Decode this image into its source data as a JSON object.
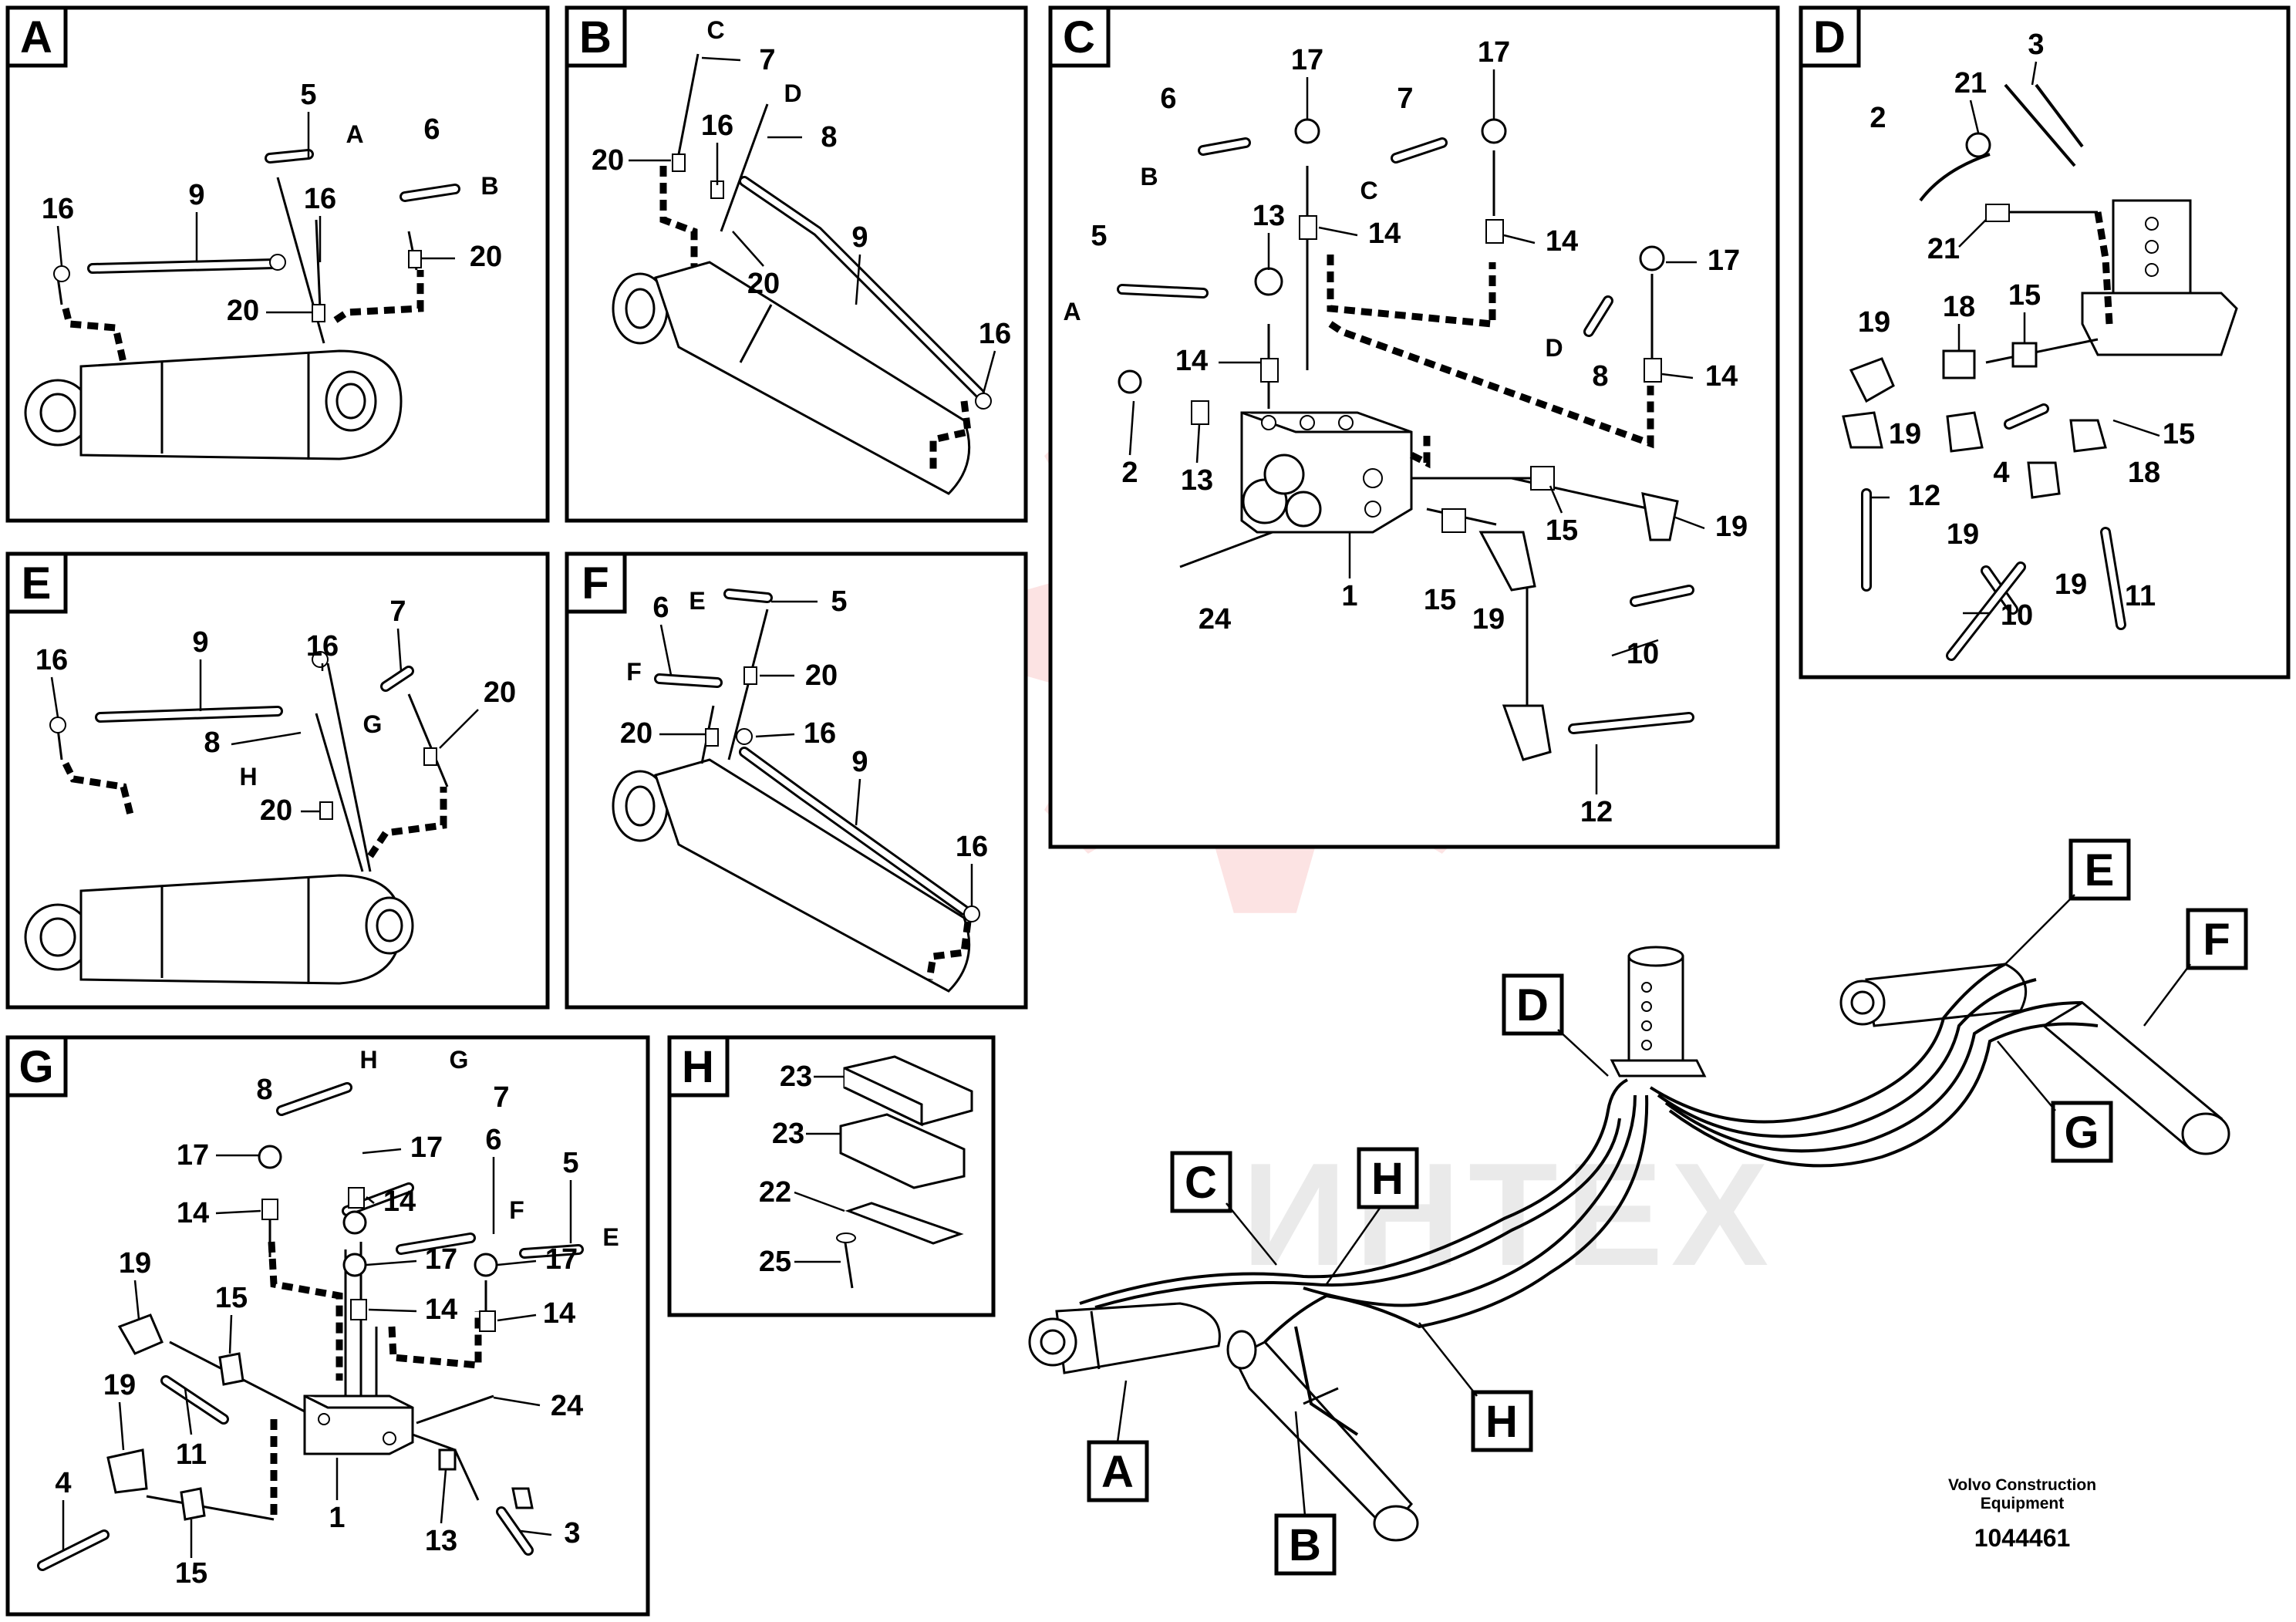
{
  "colors": {
    "line": "#000000",
    "background": "#ffffff",
    "watermark": "#e8262a"
  },
  "panels": {
    "A": {
      "label": "A",
      "callouts": [
        "5",
        "A",
        "6",
        "B",
        "16",
        "9",
        "16",
        "20",
        "20"
      ]
    },
    "B": {
      "label": "B",
      "callouts": [
        "C",
        "7",
        "D",
        "8",
        "20",
        "16",
        "20",
        "9",
        "16"
      ]
    },
    "C": {
      "label": "C",
      "callouts": [
        "17",
        "17",
        "6",
        "7",
        "B",
        "C",
        "13",
        "14",
        "14",
        "5",
        "17",
        "A",
        "D",
        "14",
        "8",
        "14",
        "2",
        "13",
        "15",
        "19",
        "24",
        "1",
        "15",
        "19",
        "10",
        "12"
      ]
    },
    "D": {
      "label": "D",
      "callouts": [
        "3",
        "21",
        "2",
        "21",
        "19",
        "18",
        "15",
        "19",
        "15",
        "4",
        "18",
        "12",
        "19",
        "19",
        "11",
        "10"
      ]
    },
    "E": {
      "label": "E",
      "callouts": [
        "16",
        "9",
        "16",
        "7",
        "20",
        "G",
        "8",
        "H",
        "20"
      ]
    },
    "F": {
      "label": "F",
      "callouts": [
        "E",
        "5",
        "6",
        "F",
        "20",
        "20",
        "16",
        "9",
        "16"
      ]
    },
    "G": {
      "label": "G",
      "callouts": [
        "8",
        "H",
        "G",
        "7",
        "17",
        "17",
        "14",
        "14",
        "6",
        "F",
        "5",
        "E",
        "17",
        "17",
        "19",
        "15",
        "14",
        "14",
        "19",
        "11",
        "24",
        "4",
        "1",
        "13",
        "3",
        "15"
      ]
    },
    "H": {
      "label": "H",
      "callouts": [
        "23",
        "23",
        "22",
        "25"
      ]
    }
  },
  "overview": {
    "tags": [
      "A",
      "B",
      "C",
      "D",
      "E",
      "F",
      "G",
      "H"
    ]
  },
  "credit": {
    "line1": "Volvo Construction",
    "line2": "Equipment",
    "doc_number": "1044461"
  },
  "watermark": {
    "text": "ИНТЕХ"
  }
}
